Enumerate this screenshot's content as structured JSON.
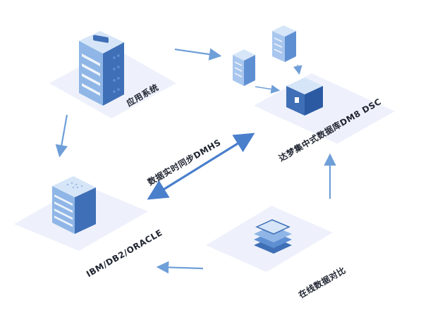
{
  "labels": {
    "app_system": "应用系统",
    "dm8_dsc": "达梦集中式数据库DM8 DSC",
    "dmhs": "数据实时同步DMHS",
    "source_db": "IBM/DB2/ORACLE",
    "online_compare": "在线数据对比"
  },
  "icons": {
    "app_system": "server-rack-icon",
    "middle_servers": "server-tower-icon",
    "dm8": "database-cube-icon",
    "source_db": "database-stack-icon",
    "online_compare": "layer-stack-icon"
  },
  "colors": {
    "platform": "#eef1fb",
    "arrow": "#6f9fd8",
    "arrow_strong": "#4a7fcc",
    "server_light": "#d6e6f8",
    "server_mid": "#8fb6e6",
    "server_dark": "#3f6fb6",
    "text": "#1f2430"
  }
}
